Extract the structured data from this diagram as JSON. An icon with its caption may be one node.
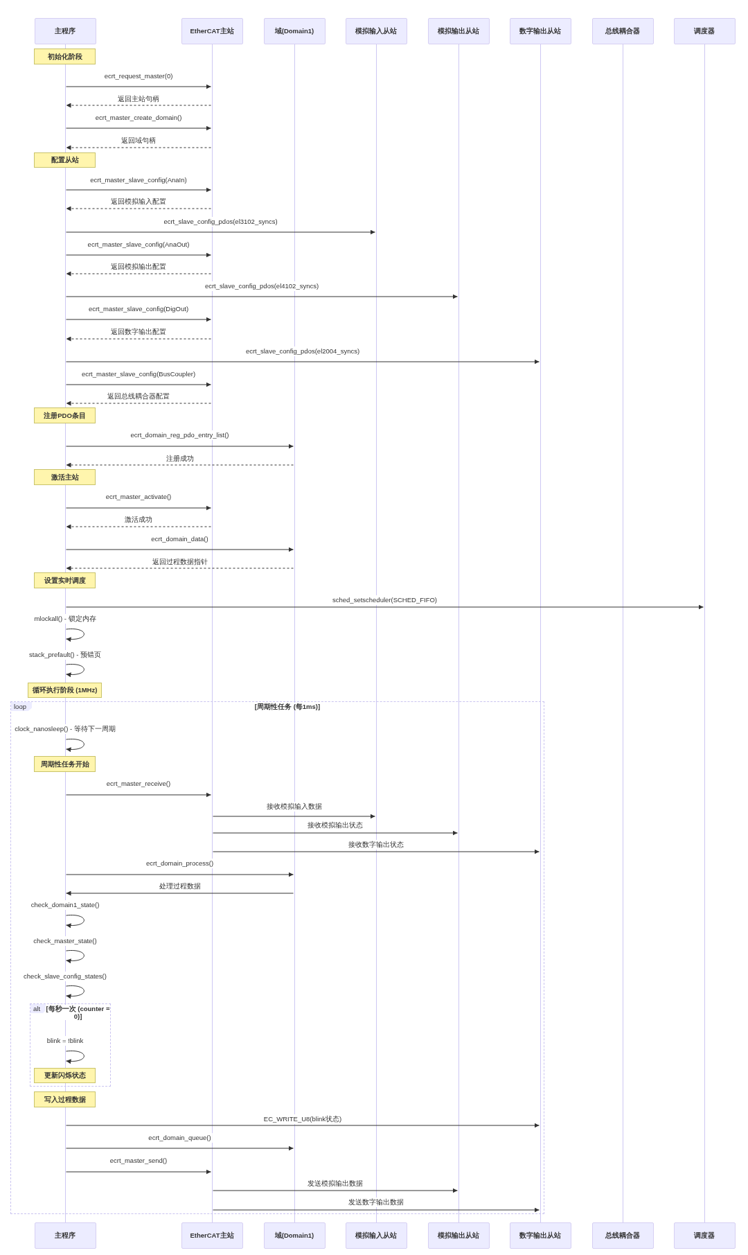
{
  "diagram": {
    "nodes": [
      {
        "text": [
          "主程序"
        ]
      },
      {
        "text": [
          "EtherCAT主站"
        ]
      },
      {
        "text": [
          "域(Domain1)"
        ]
      },
      {
        "text": [
          "模拟输入从站"
        ]
      },
      {
        "text": [
          "模拟输出从站"
        ]
      },
      {
        "text": [
          "数字输出从站"
        ]
      },
      {
        "text": [
          "总线耦合器"
        ]
      },
      {
        "text": [
          "调度器"
        ]
      },
      {
        "text": [],
        "shape": "line"
      },
      {
        "text": [],
        "shape": "line"
      },
      {
        "text": [],
        "shape": "line"
      },
      {
        "text": [],
        "shape": "line"
      },
      {
        "text": [],
        "shape": "line"
      },
      {
        "text": [],
        "shape": "line"
      },
      {
        "text": [],
        "shape": "line"
      },
      {
        "text": [],
        "shape": "line"
      },
      {
        "text": [
          "初始化阶段"
        ]
      },
      {
        "text": [
          "配置从站"
        ]
      },
      {
        "text": [
          "注册PDO条目"
        ]
      },
      {
        "text": [
          "激活主站"
        ]
      },
      {
        "text": [
          "设置实时调度"
        ]
      },
      {
        "text": [
          "循环执行阶段 (1MHz)"
        ]
      },
      {
        "text": [
          "loop",
          "[周期性任务 (每1ms)]"
        ]
      },
      {
        "text": [
          "周期性任务开始"
        ],
        "in": 22
      },
      {
        "text": [
          "alt",
          "[每秒一次 (counter = 0)]"
        ],
        "in": 22
      },
      {
        "text": [
          "更新闪烁状态"
        ],
        "in": 24
      },
      {
        "text": [
          "写入过程数据"
        ],
        "in": 22
      },
      {
        "text": [
          "主程序"
        ]
      },
      {
        "text": [
          "EtherCAT主站"
        ]
      },
      {
        "text": [
          "域(Domain1)"
        ]
      },
      {
        "text": [
          "模拟输入从站"
        ]
      },
      {
        "text": [
          "模拟输出从站"
        ]
      },
      {
        "text": [
          "数字输出从站"
        ]
      },
      {
        "text": [
          "总线耦合器"
        ]
      },
      {
        "text": [
          "调度器"
        ]
      }
    ],
    "edges": [
      {
        "from": 8,
        "to": 9,
        "arrow": "to",
        "label": "ecrt_request_master(0)"
      },
      {
        "from": 9,
        "to": 8,
        "arrow": "to",
        "label": "返回主站句柄",
        "style": "dashed"
      },
      {
        "from": 8,
        "to": 9,
        "arrow": "to",
        "label": "ecrt_master_create_domain()"
      },
      {
        "from": 9,
        "to": 8,
        "arrow": "to",
        "label": "返回域句柄",
        "style": "dashed"
      },
      {
        "from": 8,
        "to": 9,
        "arrow": "to",
        "label": "ecrt_master_slave_config(AnaIn)"
      },
      {
        "from": 9,
        "to": 8,
        "arrow": "to",
        "label": "返回模拟输入配置",
        "style": "dashed"
      },
      {
        "from": 8,
        "to": 11,
        "arrow": "to",
        "label": "ecrt_slave_config_pdos(el3102_syncs)"
      },
      {
        "from": 8,
        "to": 9,
        "arrow": "to",
        "label": "ecrt_master_slave_config(AnaOut)"
      },
      {
        "from": 9,
        "to": 8,
        "arrow": "to",
        "label": "返回模拟输出配置",
        "style": "dashed"
      },
      {
        "from": 8,
        "to": 12,
        "arrow": "to",
        "label": "ecrt_slave_config_pdos(el4102_syncs)"
      },
      {
        "from": 8,
        "to": 9,
        "arrow": "to",
        "label": "ecrt_master_slave_config(DigOut)"
      },
      {
        "from": 9,
        "to": 8,
        "arrow": "to",
        "label": "返回数字输出配置",
        "style": "dashed"
      },
      {
        "from": 8,
        "to": 13,
        "arrow": "to",
        "label": "ecrt_slave_config_pdos(el2004_syncs)"
      },
      {
        "from": 8,
        "to": 9,
        "arrow": "to",
        "label": "ecrt_master_slave_config(BusCoupler)"
      },
      {
        "from": 9,
        "to": 8,
        "arrow": "to",
        "label": "返回总线耦合器配置",
        "style": "dashed"
      },
      {
        "from": 8,
        "to": 10,
        "arrow": "to",
        "label": "ecrt_domain_reg_pdo_entry_list()"
      },
      {
        "from": 10,
        "to": 8,
        "arrow": "to",
        "label": "注册成功",
        "style": "dashed"
      },
      {
        "from": 8,
        "to": 9,
        "arrow": "to",
        "label": "ecrt_master_activate()"
      },
      {
        "from": 9,
        "to": 8,
        "arrow": "to",
        "label": "激活成功",
        "style": "dashed"
      },
      {
        "from": 8,
        "to": 10,
        "arrow": "to",
        "label": "ecrt_domain_data()"
      },
      {
        "from": 10,
        "to": 8,
        "arrow": "to",
        "label": "返回过程数据指针",
        "style": "dashed"
      },
      {
        "from": 8,
        "to": 15,
        "arrow": "to",
        "label": "sched_setscheduler(SCHED_FIFO)"
      },
      {
        "from": 8,
        "to": 8,
        "arrow": "to",
        "label": "mlockall() - 锁定内存"
      },
      {
        "from": 8,
        "to": 8,
        "arrow": "to",
        "label": "stack_prefault() - 预错页"
      },
      {
        "from": 8,
        "to": 8,
        "arrow": "to",
        "label": "clock_nanosleep() - 等待下一周期"
      },
      {
        "from": 8,
        "to": 9,
        "arrow": "to",
        "label": "ecrt_master_receive()"
      },
      {
        "from": 9,
        "to": 11,
        "arrow": "to",
        "label": "接收模拟输入数据"
      },
      {
        "from": 9,
        "to": 12,
        "arrow": "to",
        "label": "接收模拟输出状态"
      },
      {
        "from": 9,
        "to": 13,
        "arrow": "to",
        "label": "接收数字输出状态"
      },
      {
        "from": 8,
        "to": 10,
        "arrow": "to",
        "label": "ecrt_domain_process()"
      },
      {
        "from": 10,
        "to": 8,
        "arrow": "to",
        "label": "处理过程数据"
      },
      {
        "from": 8,
        "to": 8,
        "arrow": "to",
        "label": "check_domain1_state()"
      },
      {
        "from": 8,
        "to": 8,
        "arrow": "to",
        "label": "check_master_state()"
      },
      {
        "from": 8,
        "to": 8,
        "arrow": "to",
        "label": "check_slave_config_states()"
      },
      {
        "from": 8,
        "to": 8,
        "arrow": "to",
        "label": "blink = !blink"
      },
      {
        "from": 8,
        "to": 13,
        "arrow": "to",
        "label": "EC_WRITE_U8(blink状态)"
      },
      {
        "from": 8,
        "to": 10,
        "arrow": "to",
        "label": "ecrt_domain_queue()"
      },
      {
        "from": 8,
        "to": 9,
        "arrow": "to",
        "label": "ecrt_master_send()"
      },
      {
        "from": 9,
        "to": 12,
        "arrow": "to",
        "label": "发送模拟输出数据"
      },
      {
        "from": 9,
        "to": 13,
        "arrow": "to",
        "label": "发送数字输出数据"
      }
    ]
  }
}
